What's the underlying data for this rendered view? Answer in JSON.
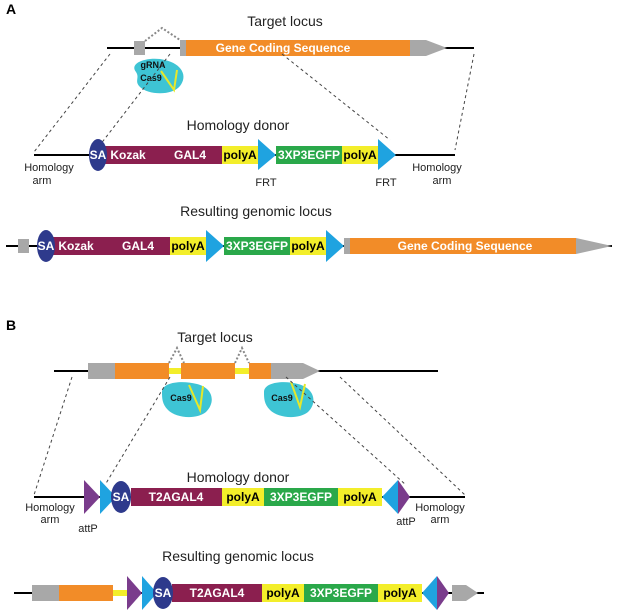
{
  "panel_a": {
    "letter": "A",
    "target_title": "Target locus",
    "gene_coding": "Gene Coding Sequence",
    "grna": "gRNA",
    "cas9": "Cas9",
    "donor_title": "Homology donor",
    "homology": "Homology",
    "arm": "arm",
    "sa": "SA",
    "kozak": "Kozak",
    "gal4": "GAL4",
    "polya": "polyA",
    "egfp": "3XP3EGFP",
    "frt": "FRT",
    "result_title": "Resulting genomic locus"
  },
  "panel_b": {
    "letter": "B",
    "target_title": "Target locus",
    "cas9": "Cas9",
    "donor_title": "Homology donor",
    "homology": "Homology",
    "arm": "arm",
    "sa": "SA",
    "t2agal4": "T2AGAL4",
    "polya": "polyA",
    "egfp": "3XP3EGFP",
    "attp": "attP",
    "result_title": "Resulting genomic locus"
  },
  "colors": {
    "orange": "#f28c28",
    "grey": "#a8a8a8",
    "navy": "#2e3a8c",
    "maroon": "#8b1f4f",
    "yellow": "#f3ee2a",
    "green": "#2aa84a",
    "blue": "#1fa3e0",
    "purple": "#7a3c8c",
    "cyan": "#3ec4d4"
  }
}
